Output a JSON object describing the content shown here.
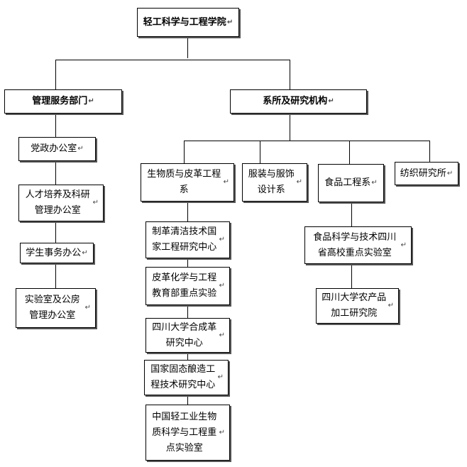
{
  "diagram": {
    "title": "轻工科学与工程学院",
    "branches": {
      "management": "管理服务部门",
      "departments": "系所及研究机构"
    },
    "management_units": [
      "党政办公室",
      "人才培养及科研管理办公室",
      "学生事务办公",
      "实验室及公房管理办公室"
    ],
    "departments_list": [
      "生物质与皮革工程系",
      "服装与服饰设计系",
      "食品工程系",
      "纺织研究所"
    ],
    "leather_units": [
      "制革清洁技术国家工程研究中心",
      "皮革化学与工程教育部重点实验",
      "四川大学合成革研究中心",
      "国家固态酿造工程技术研究中心",
      "中国轻工业生物质科学与工程重点实验室"
    ],
    "food_units": [
      "食品科学与技术四川省高校重点实验室",
      "四川大学农产品加工研究院"
    ],
    "mark": "↵"
  }
}
